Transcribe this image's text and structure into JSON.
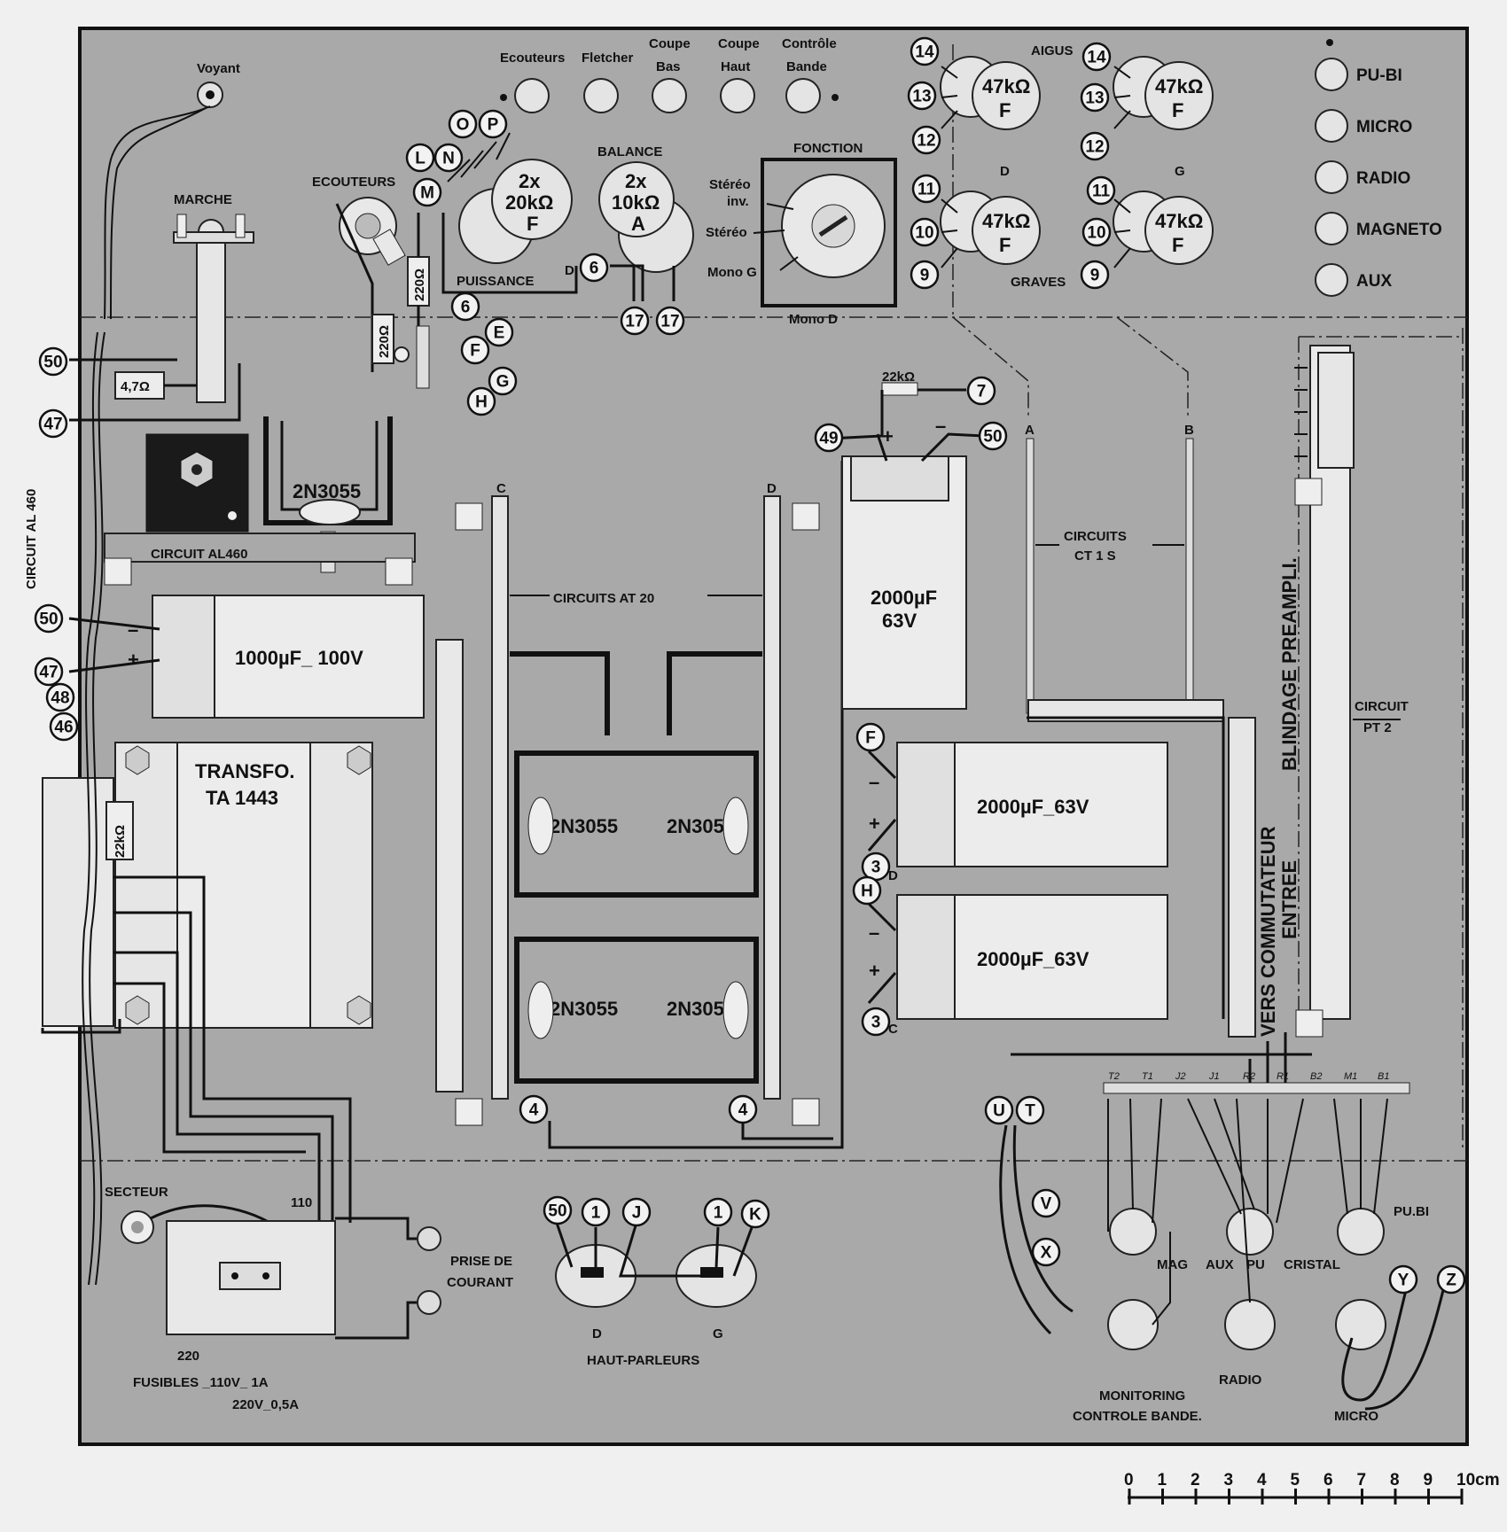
{
  "labels": {
    "voyant": "Voyant",
    "marche": "MARCHE",
    "ecouteurs": "Ecouteurs",
    "fletcher": "Fletcher",
    "coupe": "Coupe",
    "bas": "Bas",
    "haut": "Haut",
    "controle": "Contrôle",
    "bande": "Bande",
    "ecouteurs_jack": "ECOUTEURS",
    "puissance": "PUISSANCE",
    "balance": "BALANCE",
    "fonction": "FONCTION",
    "stereo_inv": "Stéréo",
    "inv": "inv.",
    "stereo": "Stéréo",
    "mono_g": "Mono G",
    "mono_d": "Mono D",
    "aigus": "AIGUS",
    "graves": "GRAVES",
    "d": "D",
    "g": "G",
    "c": "C",
    "a": "A",
    "b": "B",
    "f": "F",
    "pot_2x20k_1": "2x",
    "pot_2x20k_2": "20kΩ",
    "pot_2x10k_1": "2x",
    "pot_2x10k_2": "10kΩ",
    "pot_47k": "47kΩ",
    "ct1s_bottom": "CT 1 S",
    "r220_1": "220Ω",
    "r220_2": "220Ω",
    "r47": "4,7Ω",
    "r22k": "22kΩ",
    "r22k2": "22kΩ",
    "circuit_al460_side": "CIRCUIT AL 460",
    "circuit_al460": "CIRCUIT AL460",
    "t2n3055": "2N3055",
    "cap1000": "1000µF_ 100V",
    "cap2000_a1": "2000µF",
    "cap2000_a2": "63V",
    "cap2000_b": "2000µF_63V",
    "cap2000_c": "2000µF_63V",
    "circuits_at20": "CIRCUITS AT 20",
    "circuits_ct1s_1": "CIRCUITS",
    "circuits_ct1s_2": "CT 1 S",
    "transfo_1": "TRANSFO.",
    "transfo_2": "TA 1443",
    "blindage": "BLINDAGE PREAMPLI.",
    "vers_commutateur": "VERS COMMUTATEUR",
    "entree": "ENTREE",
    "circuit_pt2_1": "CIRCUIT",
    "circuit_pt2_2": "PT 2",
    "secteur": "SECTEUR",
    "v110": "110",
    "v220": "220",
    "fusibles_1": "FUSIBLES _110V_ 1A",
    "fusibles_2": "220V_0,5A",
    "prise_1": "PRISE DE",
    "prise_2": "COURANT",
    "haut_parleurs": "HAUT-PARLEURS",
    "mag": "MAG",
    "aux": "AUX",
    "pu": "PU",
    "cristal": "CRISTAL",
    "pu_bi": "PU.BI",
    "radio": "RADIO",
    "micro": "MICRO",
    "monitoring": "MONITORING",
    "controle_bande": "CONTROLE BANDE."
  },
  "inputs": [
    "PU-BI",
    "MICRO",
    "RADIO",
    "MAGNETO",
    "AUX"
  ],
  "scale": {
    "ticks": [
      "0",
      "1",
      "2",
      "3",
      "4",
      "5",
      "6",
      "7",
      "8",
      "9",
      "10cm"
    ]
  },
  "nodes": {
    "n0": "O",
    "np": "P",
    "nl": "L",
    "nn": "N",
    "nm": "M",
    "n6a": "6",
    "n6b": "6",
    "n17a": "17",
    "n17b": "17",
    "ne": "E",
    "nf": "F",
    "ng": "G",
    "nh": "H",
    "n50a": "50",
    "n47a": "47",
    "n50b": "50",
    "n47b": "47",
    "n48": "48",
    "n46": "46",
    "n14a": "14",
    "n13a": "13",
    "n12a": "12",
    "n11a": "11",
    "n10a": "10",
    "n9a": "9",
    "n14b": "14",
    "n13b": "13",
    "n12b": "12",
    "n11b": "11",
    "n10b": "10",
    "n9b": "9",
    "n7": "7",
    "n49": "49",
    "n50c": "50",
    "nF2": "F",
    "n3d": "3",
    "nH2": "H",
    "n3c": "3",
    "n4c": "4",
    "n4d": "4",
    "nU": "U",
    "nT": "T",
    "nV": "V",
    "nX": "X",
    "nY": "Y",
    "nZ": "Z",
    "n50d": "50",
    "n1a": "1",
    "nJ": "J",
    "n1b": "1",
    "nK": "K"
  },
  "connector_labels": [
    "T2",
    "T1",
    "J2",
    "J1",
    "R2",
    "R1",
    "B2",
    "M1",
    "B1"
  ]
}
